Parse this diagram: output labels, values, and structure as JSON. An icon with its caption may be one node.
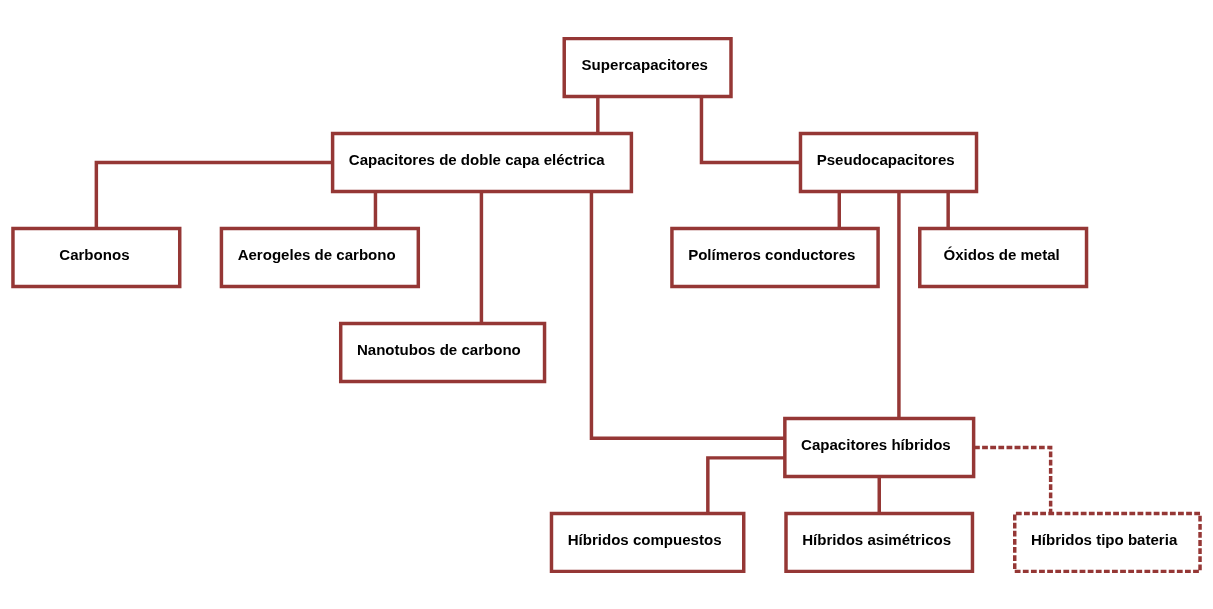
{
  "diagram": {
    "nodes": [
      {
        "text": [
          "Supercapacitores"
        ]
      },
      {
        "text": [
          "Capacitores de doble capa eléctrica"
        ]
      },
      {
        "text": [
          "Pseudocapacitores"
        ]
      },
      {
        "text": [
          "Carbonos"
        ]
      },
      {
        "text": [
          "Aerogeles de carbono"
        ]
      },
      {
        "text": [
          "Polímeros conductores"
        ]
      },
      {
        "text": [
          "Óxidos de metal"
        ]
      },
      {
        "text": [
          "Nanotubos de carbono"
        ]
      },
      {
        "text": [
          "Capacitores híbridos"
        ]
      },
      {
        "text": [
          "Híbridos compuestos"
        ]
      },
      {
        "text": [
          "Híbridos asimétricos"
        ]
      },
      {
        "text": [
          "Híbridos tipo bateria"
        ]
      }
    ],
    "edges": [
      {
        "from": 0,
        "to": 1,
        "arrow": "none"
      },
      {
        "from": 0,
        "to": 2,
        "arrow": "none"
      },
      {
        "from": 1,
        "to": 3,
        "arrow": "none"
      },
      {
        "from": 1,
        "to": 7,
        "arrow": "none"
      },
      {
        "from": 1,
        "to": 4,
        "arrow": "none"
      },
      {
        "from": 2,
        "to": 5,
        "arrow": "none"
      },
      {
        "from": 2,
        "to": 6,
        "arrow": "none"
      },
      {
        "from": 1,
        "to": 8,
        "arrow": "none"
      },
      {
        "from": 2,
        "to": 8,
        "arrow": "none"
      },
      {
        "from": 8,
        "to": 9,
        "arrow": "none"
      },
      {
        "from": 8,
        "to": 10,
        "arrow": "none"
      },
      {
        "from": 8,
        "to": 11,
        "arrow": "none",
        "style": "dashed"
      }
    ]
  }
}
